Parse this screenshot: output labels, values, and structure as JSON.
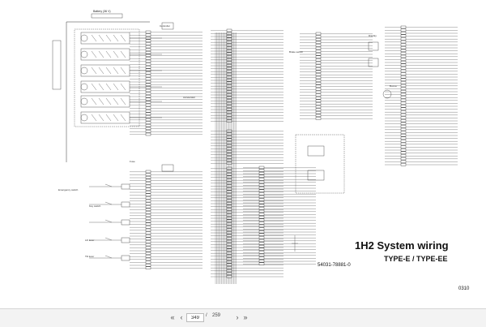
{
  "diagram": {
    "title": "1H2  System wiring",
    "subtitle": "TYPE-E / TYPE-EE",
    "part_number": "54031-78881-0",
    "page_code": "0310",
    "battery_label": "Battery (36 V)",
    "small_labels": [
      "Emergency switch",
      "Key switch",
      "Accelerator",
      "Buzzer",
      "Fuse",
      "Brake switch",
      "Controller",
      "Display",
      "Lift lever",
      "Tilt lever"
    ]
  },
  "toolbar": {
    "first_icon": "«",
    "prev_icon": "‹",
    "current_page": "349",
    "separator": "/",
    "total_pages": "259",
    "next_icon": "›",
    "last_icon": "»"
  }
}
